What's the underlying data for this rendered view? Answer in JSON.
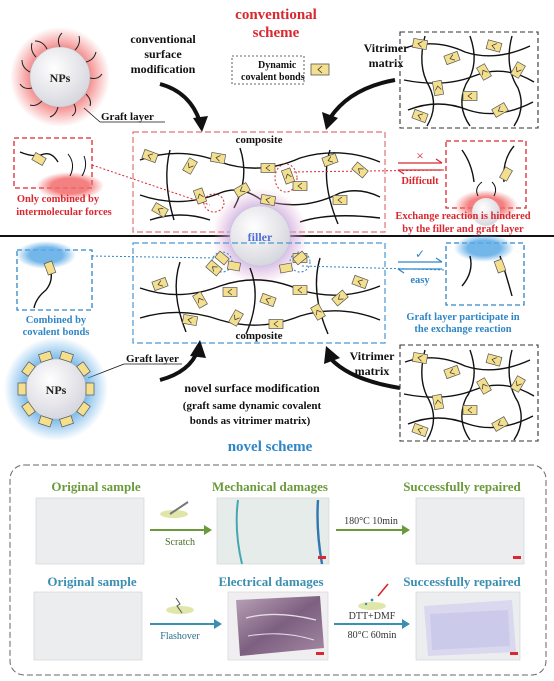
{
  "top": {
    "title_line1": "conventional",
    "title_line2": "scheme",
    "conv_mod_line1": "conventional",
    "conv_mod_line2": "surface",
    "conv_mod_line3": "modification",
    "nps": "NPs",
    "graft_layer": "Graft layer",
    "dyn_bonds_line1": "Dynamic",
    "dyn_bonds_line2": "covalent bonds",
    "vitrimer_line1": "Vitrimer",
    "vitrimer_line2": "matrix",
    "composite": "composite",
    "only_line1": "Only combined by",
    "only_line2": "intermolecular forces",
    "cross_mark": "×",
    "difficult": "Difficult",
    "hindered_line1": "Exchange reaction is hindered",
    "hindered_line2": "by the filler and graft layer"
  },
  "middle": {
    "filler": "filler",
    "combined_line1": "Combined by",
    "combined_line2": "covalent bonds",
    "check_mark": "✓",
    "easy": "easy",
    "graft_part_line1": "Graft layer participate in",
    "graft_part_line2": "the exchange reaction",
    "composite": "composite"
  },
  "bottom": {
    "graft_layer": "Graft layer",
    "vitrimer_line1": "Vitrimer",
    "vitrimer_line2": "matrix",
    "nps": "NPs",
    "novel_mod_line1": "novel surface modification",
    "novel_mod_line2": "(graft same dynamic covalent",
    "novel_mod_line3": "bonds as vitrimer matrix)",
    "title": "novel scheme"
  },
  "repair": {
    "row1": {
      "original": "Original sample",
      "damage": "Mechanical damages",
      "repaired": "Successfully repaired",
      "step1": "Scratch",
      "step2": "180°C 10min"
    },
    "row2": {
      "original": "Original sample",
      "damage": "Electrical damages",
      "repaired": "Successfully repaired",
      "step1": "Flashover",
      "step2_line1": "DTT+DMF",
      "step2_line2": "80°C 60min"
    }
  },
  "colors": {
    "red": "#d9282f",
    "blue": "#2f86c6",
    "green": "#6a9a3a",
    "teal": "#3b8fb0",
    "bond_fill": "#f3df8e"
  }
}
